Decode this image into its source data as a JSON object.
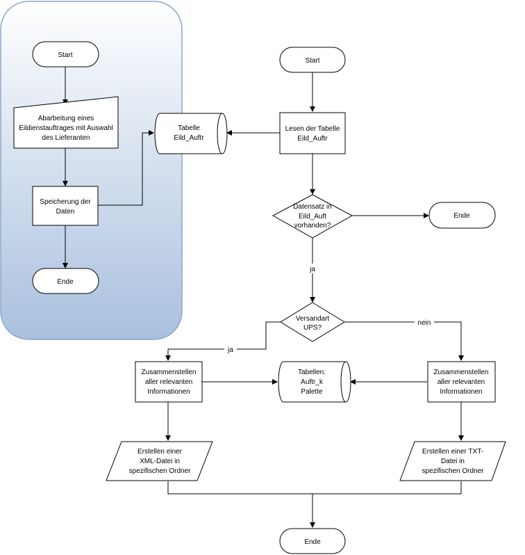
{
  "left_panel": {
    "start": "Start",
    "process1": [
      "Abarbeitung eines",
      "Eildienstauftrages mit Auswahl",
      "des Lieferanten"
    ],
    "process2": [
      "Speicherung der",
      "Daten"
    ],
    "end": "Ende"
  },
  "table_eild": [
    "Tabelle",
    "Eild_Auftr"
  ],
  "main": {
    "start": "Start",
    "read": [
      "Lesen der Tabelle",
      "Eild_Auftr"
    ],
    "decision1": [
      "Datensatz in",
      "Eild_Auft",
      "vorhanden?"
    ],
    "end_right": "Ende",
    "label_ja1": "ja",
    "decision2": [
      "Versandart",
      "UPS?"
    ],
    "label_nein": "nein",
    "label_ja2": "ja",
    "compile_left": [
      "Zusammenstellen",
      "aller relevanten",
      "Informationen"
    ],
    "compile_right": [
      "Zusammenstellen",
      "aller relevanten",
      "Informationen"
    ],
    "tables": [
      "Tabellen:",
      "Auftr_k",
      "Palette"
    ],
    "xml_file": [
      "Erstellen einer",
      "XML-Datei in",
      "spezifischen Ordner"
    ],
    "txt_file": [
      "Erstellen einer TXT-",
      "Datei in",
      "spezifischen Ordner"
    ],
    "end_bottom": "Ende"
  },
  "colors": {
    "panel_top": "#ffffff",
    "panel_bottom": "#a9c0de",
    "panel_border": "#8aa6cc",
    "stroke": "#000000"
  }
}
